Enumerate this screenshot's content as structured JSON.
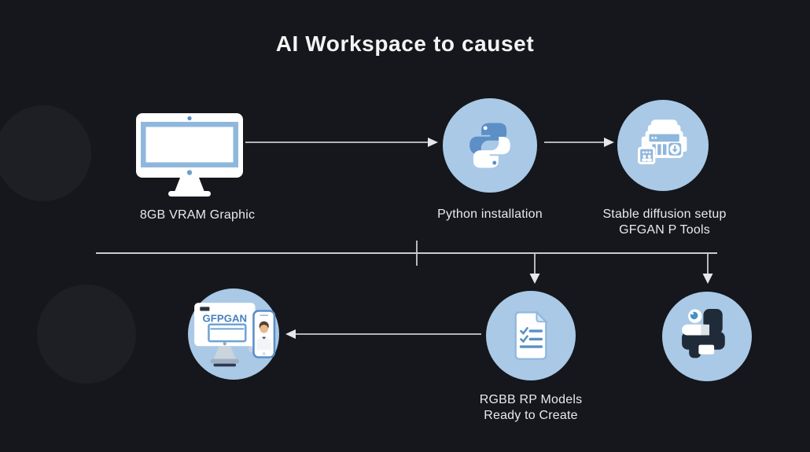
{
  "title": "AI Workspace to causet",
  "steps": {
    "gpu": {
      "label": "8GB VRAM Graphic",
      "icon": "monitor-icon"
    },
    "python": {
      "label": "Python installation",
      "icon": "python-logo-icon"
    },
    "stable_diffusion": {
      "label_line1": "Stable diffusion setup",
      "label_line2": "GFGAN P Tools",
      "icon": "printer-tools-icon"
    },
    "gfpgan_devices": {
      "screen_text": "GFPGAN",
      "icon": "devices-icon"
    },
    "models": {
      "label_line1": "RGBB RP Models",
      "label_line2": "Ready to Create",
      "icon": "document-checklist-icon"
    },
    "python_dark": {
      "icon": "dark-python-logo-icon"
    }
  },
  "colors": {
    "background": "#15171c",
    "node_circle": "#a9c9e6",
    "python_blue": "#5b8fc6",
    "icon_accent": "#8fb7dc",
    "connector": "#c9cbce",
    "title_text": "#f4f4f4",
    "label_text": "#e9eaec",
    "dark_logo": "#202b3a"
  }
}
